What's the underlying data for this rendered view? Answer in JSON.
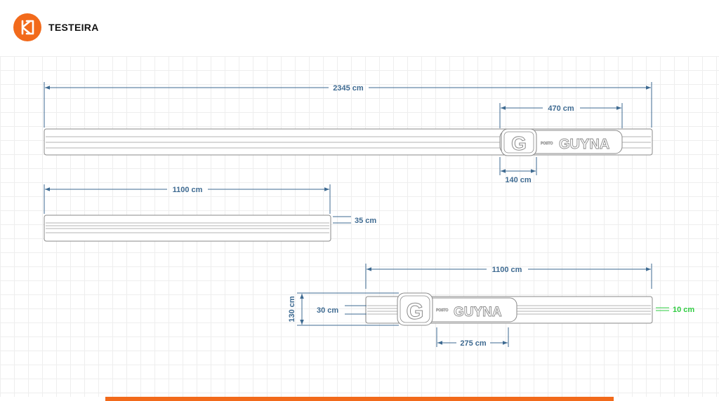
{
  "header": {
    "title": "TESTEIRA",
    "logo_icon": "brand-logo-icon",
    "accent_color": "#f26a1b"
  },
  "colors": {
    "dimension": "#3e6a91",
    "highlight": "#2ecc40",
    "outline": "#8a8a8a"
  },
  "drawing": {
    "brand": {
      "prefix": "POSTO",
      "name": "GUYNA",
      "mark": "G"
    },
    "elevation_top": {
      "total": "2345 cm",
      "logo_panel": "470 cm",
      "logo_mark": "140 cm"
    },
    "elevation_middle": {
      "length": "1100 cm",
      "height": "35 cm"
    },
    "elevation_bottom": {
      "length": "1100 cm",
      "total_height": "130 cm",
      "band_height": "30 cm",
      "logo_panel": "275 cm",
      "strip": "10 cm"
    }
  }
}
